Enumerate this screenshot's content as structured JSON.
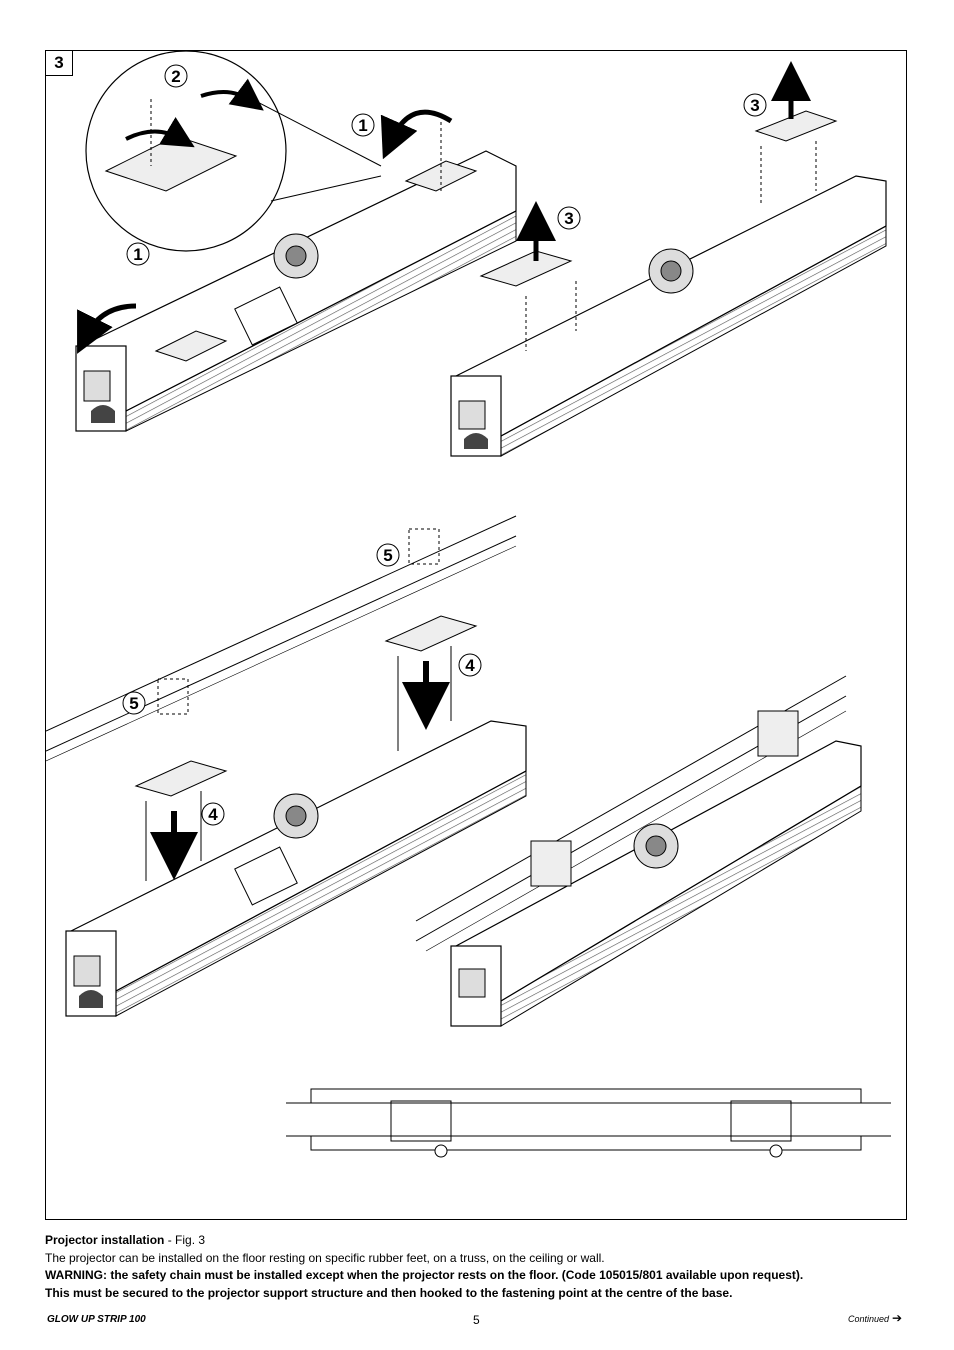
{
  "figure": {
    "number": "3",
    "callouts": {
      "top_left_step_2": "2",
      "top_left_step_1a": "1",
      "top_left_step_1b": "1",
      "top_right_step_3a": "3",
      "top_right_step_3b": "3",
      "bottom_left_step_5a": "5",
      "bottom_left_step_4a": "4",
      "bottom_left_step_5b": "5",
      "bottom_left_step_4b": "4"
    }
  },
  "caption": {
    "title": "Projector installation",
    "title_suffix": " - Fig. 3",
    "line1": "The projector can be installed on the floor resting on specific rubber feet, on a truss, on the ceiling or wall.",
    "warning1": "WARNING: the safety chain must be installed except when the projector rests on the floor. (Code 105015/801 available upon request).",
    "warning2": "This must be secured to the projector support structure and then hooked to the fastening point at the centre of the base."
  },
  "footer": {
    "product": "GLOW UP STRIP 100",
    "page": "5",
    "continued": "Continued",
    "continued_arrow": "➔"
  }
}
